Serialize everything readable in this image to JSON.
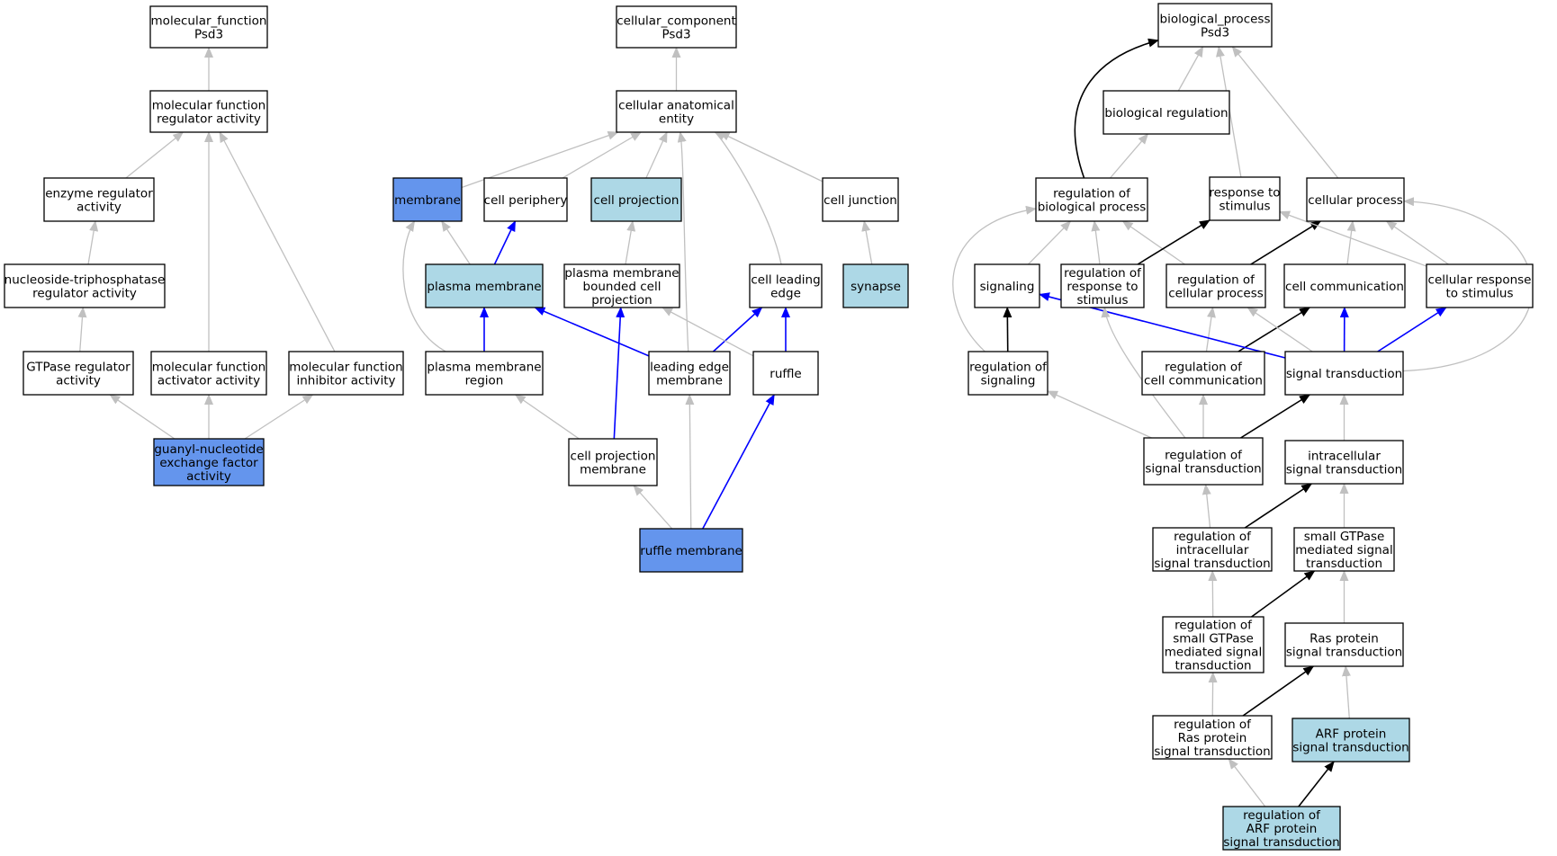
{
  "colors": {
    "white": "#ffffff",
    "lightblue": "#add8e6",
    "blue": "#6495ed",
    "edge_gray": "#c0c0c0",
    "edge_blue": "#0000ff",
    "edge_black": "#000000"
  },
  "nodes": [
    {
      "id": "mf_root",
      "lines": [
        "molecular_function",
        "Psd3"
      ],
      "fill": "white"
    },
    {
      "id": "mf_reg",
      "lines": [
        "molecular function",
        "regulator activity"
      ],
      "fill": "white"
    },
    {
      "id": "enz_reg",
      "lines": [
        "enzyme regulator",
        "activity"
      ],
      "fill": "white"
    },
    {
      "id": "ntp_reg",
      "lines": [
        "nucleoside-triphosphatase",
        "regulator activity"
      ],
      "fill": "white"
    },
    {
      "id": "gtpase_reg",
      "lines": [
        "GTPase regulator",
        "activity"
      ],
      "fill": "white"
    },
    {
      "id": "mf_act",
      "lines": [
        "molecular function",
        "activator activity"
      ],
      "fill": "white"
    },
    {
      "id": "mf_inh",
      "lines": [
        "molecular function",
        "inhibitor activity"
      ],
      "fill": "white"
    },
    {
      "id": "gef",
      "lines": [
        "guanyl-nucleotide",
        "exchange factor",
        "activity"
      ],
      "fill": "blue"
    },
    {
      "id": "cc_root",
      "lines": [
        "cellular_component",
        "Psd3"
      ],
      "fill": "white"
    },
    {
      "id": "cae",
      "lines": [
        "cellular anatomical",
        "entity"
      ],
      "fill": "white"
    },
    {
      "id": "membrane",
      "lines": [
        "membrane"
      ],
      "fill": "blue"
    },
    {
      "id": "periphery",
      "lines": [
        "cell periphery"
      ],
      "fill": "white"
    },
    {
      "id": "projection",
      "lines": [
        "cell projection"
      ],
      "fill": "lightblue"
    },
    {
      "id": "junction",
      "lines": [
        "cell junction"
      ],
      "fill": "white"
    },
    {
      "id": "pm",
      "lines": [
        "plasma membrane"
      ],
      "fill": "lightblue"
    },
    {
      "id": "pmbcp",
      "lines": [
        "plasma membrane",
        "bounded cell",
        "projection"
      ],
      "fill": "white"
    },
    {
      "id": "leading_edge",
      "lines": [
        "cell leading",
        "edge"
      ],
      "fill": "white"
    },
    {
      "id": "synapse",
      "lines": [
        "synapse"
      ],
      "fill": "lightblue"
    },
    {
      "id": "pm_region",
      "lines": [
        "plasma membrane",
        "region"
      ],
      "fill": "white"
    },
    {
      "id": "lem",
      "lines": [
        "leading edge",
        "membrane"
      ],
      "fill": "white"
    },
    {
      "id": "ruffle",
      "lines": [
        "ruffle"
      ],
      "fill": "white"
    },
    {
      "id": "cpm",
      "lines": [
        "cell projection",
        "membrane"
      ],
      "fill": "white"
    },
    {
      "id": "ruffle_mem",
      "lines": [
        "ruffle membrane"
      ],
      "fill": "blue"
    },
    {
      "id": "bp_root",
      "lines": [
        "biological_process",
        "Psd3"
      ],
      "fill": "white"
    },
    {
      "id": "bio_reg",
      "lines": [
        "biological regulation"
      ],
      "fill": "white"
    },
    {
      "id": "reg_bp",
      "lines": [
        "regulation of",
        "biological process"
      ],
      "fill": "white"
    },
    {
      "id": "resp_stim",
      "lines": [
        "response to",
        "stimulus"
      ],
      "fill": "white"
    },
    {
      "id": "cell_proc",
      "lines": [
        "cellular process"
      ],
      "fill": "white"
    },
    {
      "id": "signaling",
      "lines": [
        "signaling"
      ],
      "fill": "white"
    },
    {
      "id": "reg_resp",
      "lines": [
        "regulation of",
        "response to",
        "stimulus"
      ],
      "fill": "white"
    },
    {
      "id": "reg_cp",
      "lines": [
        "regulation of",
        "cellular process"
      ],
      "fill": "white"
    },
    {
      "id": "cell_comm",
      "lines": [
        "cell communication"
      ],
      "fill": "white"
    },
    {
      "id": "cell_resp",
      "lines": [
        "cellular response",
        "to stimulus"
      ],
      "fill": "white"
    },
    {
      "id": "reg_sig",
      "lines": [
        "regulation of",
        "signaling"
      ],
      "fill": "white"
    },
    {
      "id": "reg_cc",
      "lines": [
        "regulation of",
        "cell communication"
      ],
      "fill": "white"
    },
    {
      "id": "sig_trans",
      "lines": [
        "signal transduction"
      ],
      "fill": "white"
    },
    {
      "id": "reg_st",
      "lines": [
        "regulation of",
        "signal transduction"
      ],
      "fill": "white"
    },
    {
      "id": "intra_st",
      "lines": [
        "intracellular",
        "signal transduction"
      ],
      "fill": "white"
    },
    {
      "id": "reg_intra",
      "lines": [
        "regulation of",
        "intracellular",
        "signal transduction"
      ],
      "fill": "white"
    },
    {
      "id": "small_gtp",
      "lines": [
        "small GTPase",
        "mediated signal",
        "transduction"
      ],
      "fill": "white"
    },
    {
      "id": "reg_small",
      "lines": [
        "regulation of",
        "small GTPase",
        "mediated signal",
        "transduction"
      ],
      "fill": "white"
    },
    {
      "id": "ras",
      "lines": [
        "Ras protein",
        "signal transduction"
      ],
      "fill": "white"
    },
    {
      "id": "reg_ras",
      "lines": [
        "regulation of",
        "Ras protein",
        "signal transduction"
      ],
      "fill": "white"
    },
    {
      "id": "arf",
      "lines": [
        "ARF protein",
        "signal transduction"
      ],
      "fill": "lightblue"
    },
    {
      "id": "reg_arf",
      "lines": [
        "regulation of",
        "ARF protein",
        "signal transduction"
      ],
      "fill": "lightblue"
    }
  ],
  "edges": [
    {
      "from": "mf_reg",
      "to": "mf_root",
      "color": "edge_gray"
    },
    {
      "from": "enz_reg",
      "to": "mf_reg",
      "color": "edge_gray"
    },
    {
      "from": "ntp_reg",
      "to": "enz_reg",
      "color": "edge_gray"
    },
    {
      "from": "gtpase_reg",
      "to": "ntp_reg",
      "color": "edge_gray"
    },
    {
      "from": "mf_act",
      "to": "mf_reg",
      "color": "edge_gray"
    },
    {
      "from": "mf_inh",
      "to": "mf_reg",
      "color": "edge_gray"
    },
    {
      "from": "gef",
      "to": "gtpase_reg",
      "color": "edge_gray"
    },
    {
      "from": "gef",
      "to": "mf_act",
      "color": "edge_gray"
    },
    {
      "from": "gef",
      "to": "mf_inh",
      "color": "edge_gray"
    },
    {
      "from": "cae",
      "to": "cc_root",
      "color": "edge_gray"
    },
    {
      "from": "membrane",
      "to": "cae",
      "color": "edge_gray"
    },
    {
      "from": "periphery",
      "to": "cae",
      "color": "edge_gray"
    },
    {
      "from": "projection",
      "to": "cae",
      "color": "edge_gray"
    },
    {
      "from": "junction",
      "to": "cae",
      "color": "edge_gray"
    },
    {
      "from": "leading_edge",
      "to": "cae",
      "color": "edge_gray",
      "curve": true
    },
    {
      "from": "lem",
      "to": "cae",
      "color": "edge_gray",
      "curve": true
    },
    {
      "from": "pm",
      "to": "membrane",
      "color": "edge_gray"
    },
    {
      "from": "pm",
      "to": "periphery",
      "color": "edge_blue"
    },
    {
      "from": "pmbcp",
      "to": "projection",
      "color": "edge_gray"
    },
    {
      "from": "synapse",
      "to": "junction",
      "color": "edge_gray"
    },
    {
      "from": "pm_region",
      "to": "pm",
      "color": "edge_blue"
    },
    {
      "from": "pm_region",
      "to": "membrane",
      "color": "edge_gray",
      "curve": true
    },
    {
      "from": "lem",
      "to": "pm",
      "color": "edge_blue"
    },
    {
      "from": "lem",
      "to": "leading_edge",
      "color": "edge_blue"
    },
    {
      "from": "ruffle",
      "to": "leading_edge",
      "color": "edge_blue"
    },
    {
      "from": "ruffle",
      "to": "pmbcp",
      "color": "edge_gray"
    },
    {
      "from": "cpm",
      "to": "pmbcp",
      "color": "edge_blue"
    },
    {
      "from": "cpm",
      "to": "pm_region",
      "color": "edge_gray"
    },
    {
      "from": "ruffle_mem",
      "to": "cpm",
      "color": "edge_gray"
    },
    {
      "from": "ruffle_mem",
      "to": "lem",
      "color": "edge_gray"
    },
    {
      "from": "ruffle_mem",
      "to": "ruffle",
      "color": "edge_blue"
    },
    {
      "from": "bio_reg",
      "to": "bp_root",
      "color": "edge_gray"
    },
    {
      "from": "reg_bp",
      "to": "bp_root",
      "color": "edge_black",
      "curve": true
    },
    {
      "from": "resp_stim",
      "to": "bp_root",
      "color": "edge_gray"
    },
    {
      "from": "cell_proc",
      "to": "bp_root",
      "color": "edge_gray"
    },
    {
      "from": "reg_bp",
      "to": "bio_reg",
      "color": "edge_gray"
    },
    {
      "from": "signaling",
      "to": "reg_bp",
      "color": "edge_gray"
    },
    {
      "from": "reg_resp",
      "to": "reg_bp",
      "color": "edge_gray"
    },
    {
      "from": "reg_cp",
      "to": "reg_bp",
      "color": "edge_gray"
    },
    {
      "from": "reg_resp",
      "to": "resp_stim",
      "color": "edge_black"
    },
    {
      "from": "reg_cp",
      "to": "cell_proc",
      "color": "edge_black"
    },
    {
      "from": "cell_comm",
      "to": "cell_proc",
      "color": "edge_gray"
    },
    {
      "from": "cell_resp",
      "to": "cell_proc",
      "color": "edge_gray"
    },
    {
      "from": "cell_resp",
      "to": "resp_stim",
      "color": "edge_gray"
    },
    {
      "from": "reg_sig",
      "to": "signaling",
      "color": "edge_black"
    },
    {
      "from": "reg_sig",
      "to": "reg_bp",
      "color": "edge_gray",
      "curve": true
    },
    {
      "from": "reg_cc",
      "to": "reg_cp",
      "color": "edge_gray"
    },
    {
      "from": "reg_cc",
      "to": "cell_comm",
      "color": "edge_black"
    },
    {
      "from": "sig_trans",
      "to": "signaling",
      "color": "edge_blue"
    },
    {
      "from": "sig_trans",
      "to": "cell_comm",
      "color": "edge_blue"
    },
    {
      "from": "sig_trans",
      "to": "cell_resp",
      "color": "edge_blue"
    },
    {
      "from": "sig_trans",
      "to": "reg_cp",
      "color": "edge_gray"
    },
    {
      "from": "sig_trans",
      "to": "cell_proc",
      "color": "edge_gray",
      "curve": true
    },
    {
      "from": "reg_st",
      "to": "reg_sig",
      "color": "edge_gray"
    },
    {
      "from": "reg_st",
      "to": "reg_cc",
      "color": "edge_gray"
    },
    {
      "from": "reg_st",
      "to": "sig_trans",
      "color": "edge_black"
    },
    {
      "from": "reg_st",
      "to": "reg_resp",
      "color": "edge_gray",
      "curve": true
    },
    {
      "from": "intra_st",
      "to": "sig_trans",
      "color": "edge_gray"
    },
    {
      "from": "reg_intra",
      "to": "reg_st",
      "color": "edge_gray"
    },
    {
      "from": "reg_intra",
      "to": "intra_st",
      "color": "edge_black"
    },
    {
      "from": "small_gtp",
      "to": "intra_st",
      "color": "edge_gray"
    },
    {
      "from": "reg_small",
      "to": "reg_intra",
      "color": "edge_gray"
    },
    {
      "from": "reg_small",
      "to": "small_gtp",
      "color": "edge_black"
    },
    {
      "from": "ras",
      "to": "small_gtp",
      "color": "edge_gray"
    },
    {
      "from": "reg_ras",
      "to": "reg_small",
      "color": "edge_gray"
    },
    {
      "from": "reg_ras",
      "to": "ras",
      "color": "edge_black"
    },
    {
      "from": "arf",
      "to": "ras",
      "color": "edge_gray"
    },
    {
      "from": "reg_arf",
      "to": "reg_ras",
      "color": "edge_gray"
    },
    {
      "from": "reg_arf",
      "to": "arf",
      "color": "edge_black"
    }
  ]
}
